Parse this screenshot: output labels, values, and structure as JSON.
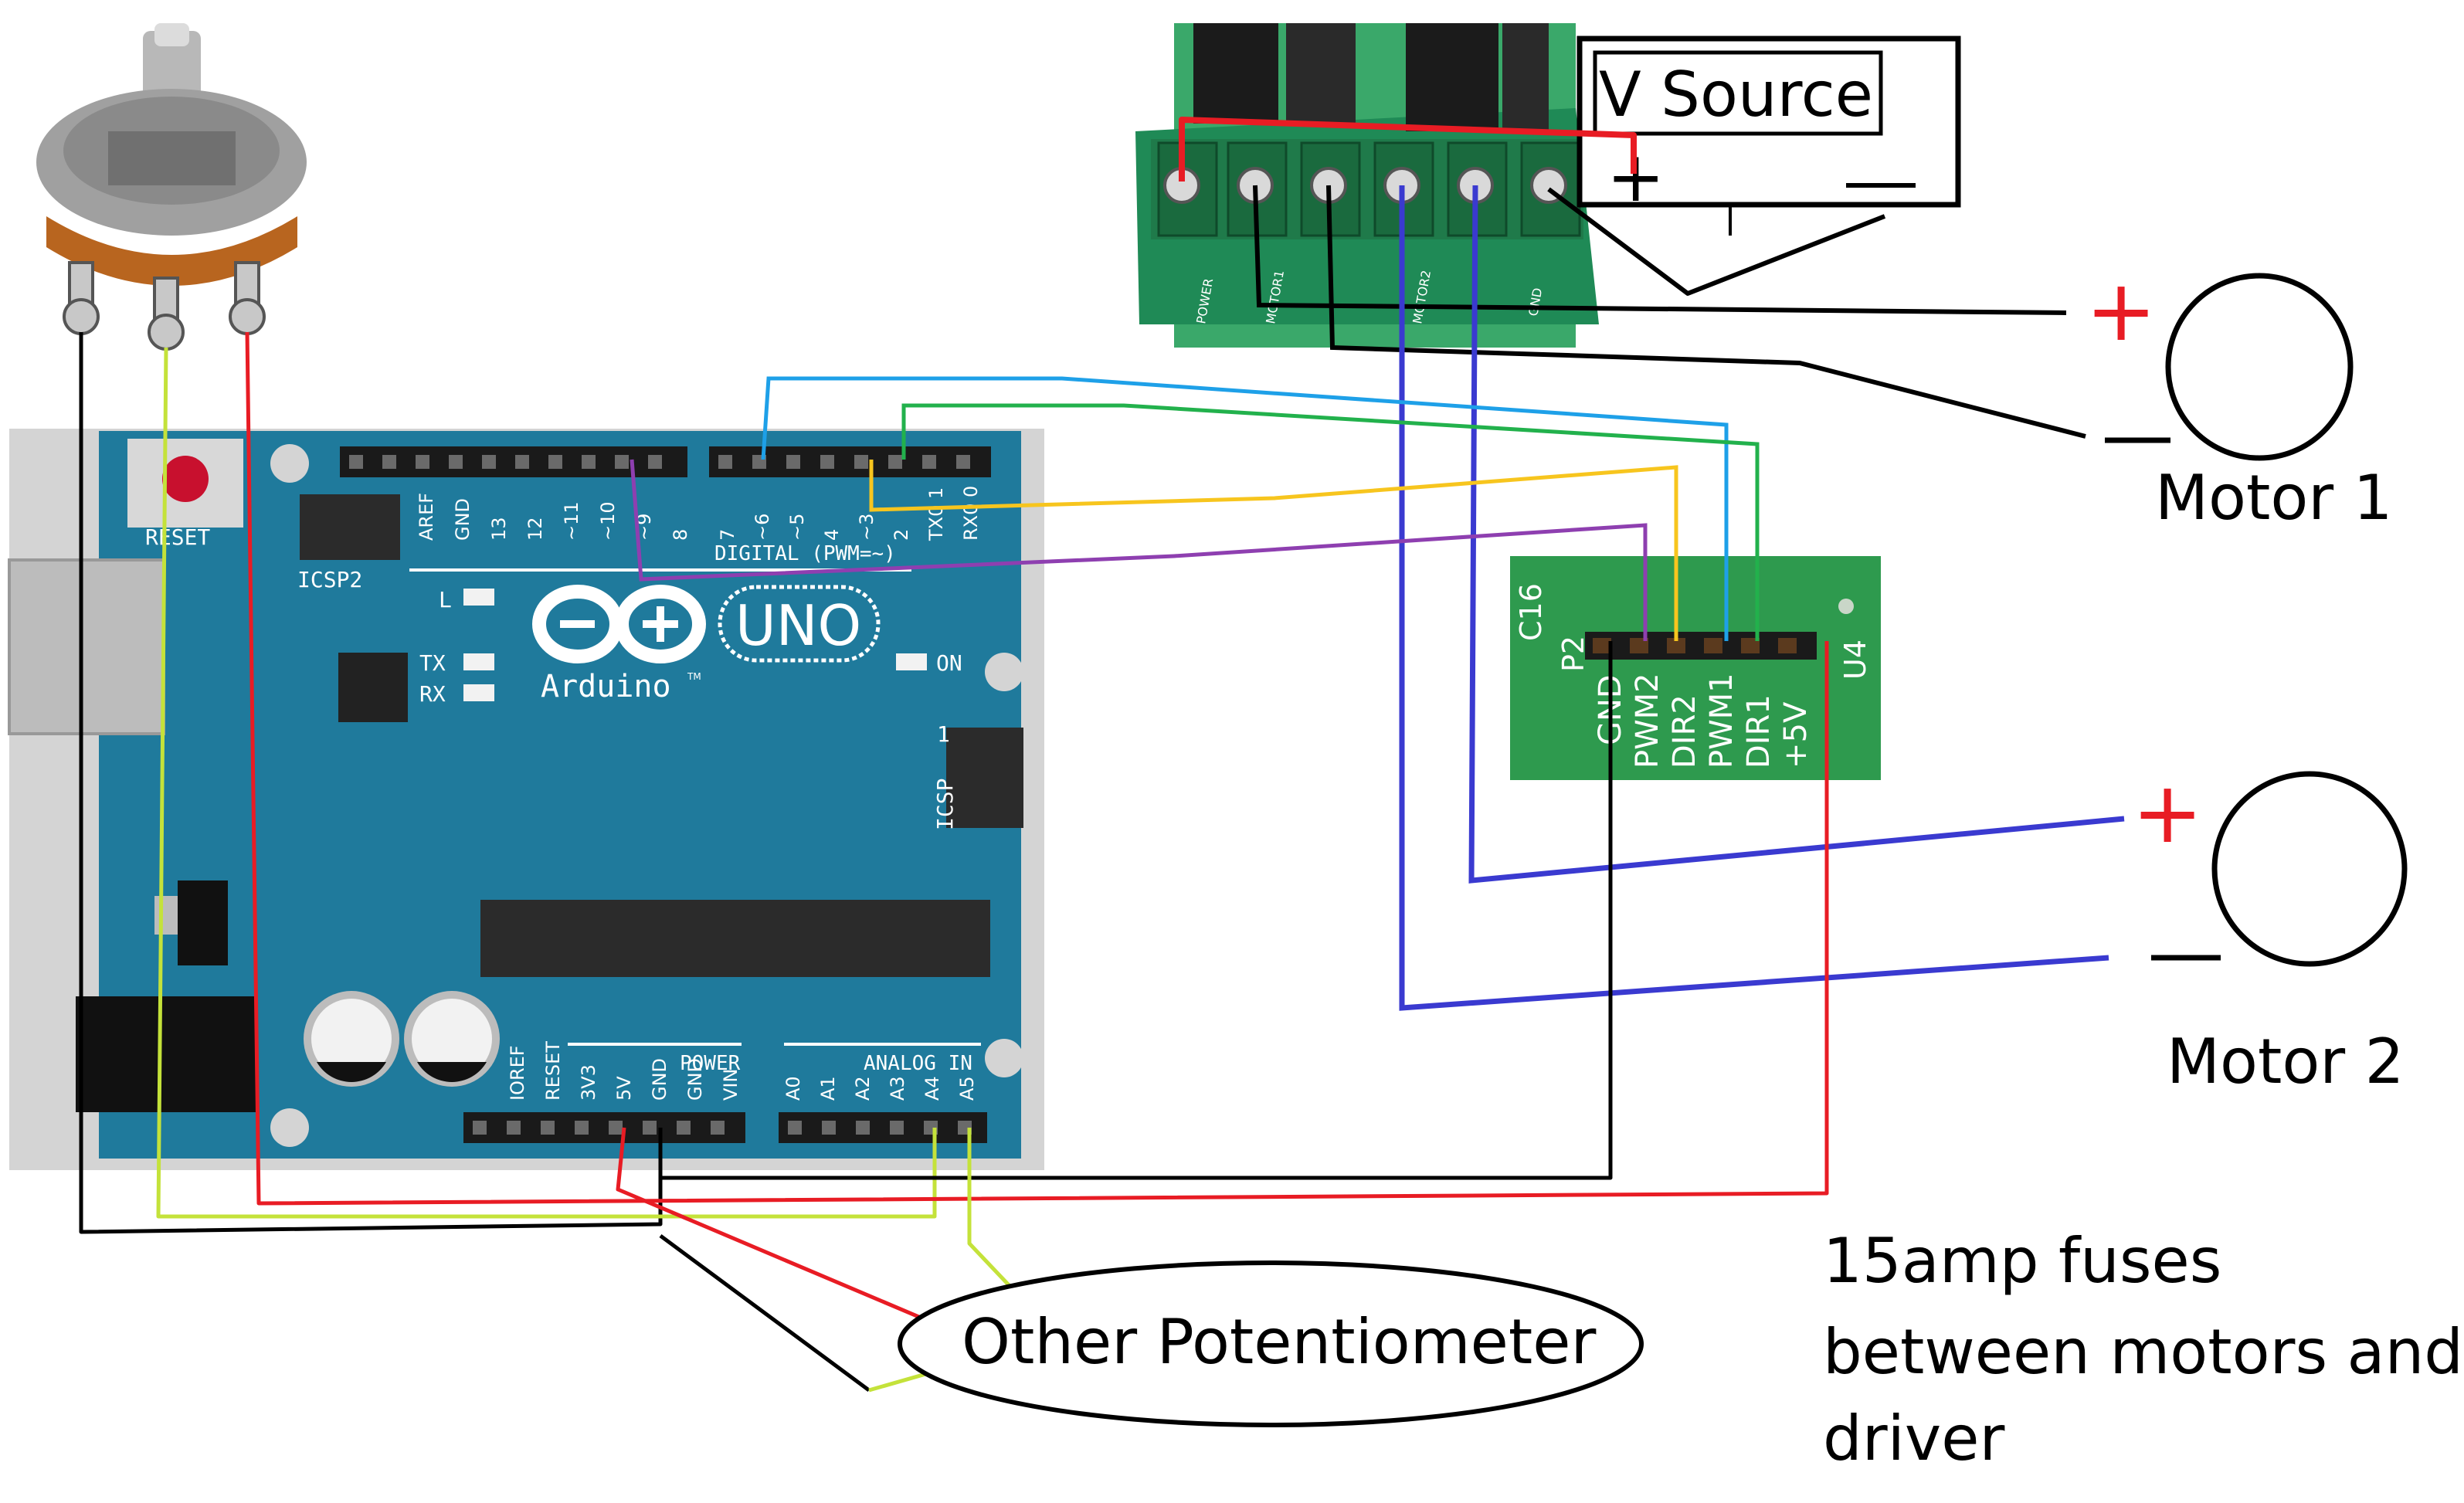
{
  "labels": {
    "v_source": "V Source",
    "v_plus": "+",
    "v_minus": "—",
    "motor1": "Motor 1",
    "motor2": "Motor 2",
    "motor_plus": "+",
    "motor_minus": "—",
    "other_pot": "Other Potentiometer",
    "fuse_note_lines": [
      "15amp fuses",
      "between motors and",
      "driver"
    ]
  },
  "arduino": {
    "logo_text": "Arduino",
    "tm": "TM",
    "uno": "UNO",
    "reset": "RESET",
    "icsp2": "ICSP2",
    "icsp": "ICSP",
    "icsp_pin1": "1",
    "digital": "DIGITAL (PWM=~)",
    "power": "POWER",
    "analog": "ANALOG IN",
    "led_l": "L",
    "led_tx": "TX",
    "led_rx": "RX",
    "led_on": "ON",
    "top_pins": [
      "AREF",
      "GND",
      "13",
      "12",
      "~11",
      "~10",
      "~9",
      "8"
    ],
    "digital_pins": [
      "7",
      "~6",
      "~5",
      "4",
      "~3",
      "2",
      "TX0 1",
      "RX0 0"
    ],
    "power_pins": [
      "IOREF",
      "RESET",
      "3V3",
      "5V",
      "GND",
      "GND",
      "VIN"
    ],
    "analog_pins": [
      "A0",
      "A1",
      "A2",
      "A3",
      "A4",
      "A5"
    ]
  },
  "driver_board": {
    "pins": [
      "GND",
      "PWM2",
      "DIR2",
      "PWM1",
      "DIR1",
      "+5V"
    ],
    "c16": "C16",
    "p2": "P2",
    "u4": "U4"
  },
  "terminal_board": {
    "labels": [
      "POWER",
      "MOTOR1",
      "MOTOR2",
      "GND"
    ]
  },
  "colors": {
    "board_blue": "#1f7a9c",
    "board_green": "#2e9a4e",
    "terminal_green": "#1f8a56",
    "wire_red": "#e81c24",
    "wire_black": "#000000",
    "wire_blue": "#3a3ad0",
    "wire_cyan": "#1ea0e8",
    "wire_green": "#22b14c",
    "wire_yellow": "#f7c51e",
    "wire_purple": "#8e3fb0",
    "wire_lime": "#c4e23a"
  }
}
